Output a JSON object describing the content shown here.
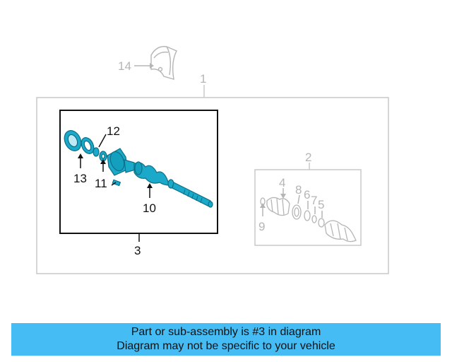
{
  "callouts": {
    "c1": "1",
    "c2": "2",
    "c3": "3",
    "c4": "4",
    "c5": "5",
    "c6": "6",
    "c7": "7",
    "c8": "8",
    "c9": "9",
    "c10": "10",
    "c11": "11",
    "c12": "12",
    "c13": "13",
    "c14": "14"
  },
  "colors": {
    "highlight_part": "#1aa9c9",
    "highlight_dark": "#0d6f86",
    "line_dark": "#111111",
    "line_grey": "#b5b5b5",
    "banner_bg": "#45bdf4"
  },
  "banner": {
    "line1": "Part or sub-assembly is #3 in diagram",
    "line2": "Diagram may not be specific to your vehicle"
  }
}
